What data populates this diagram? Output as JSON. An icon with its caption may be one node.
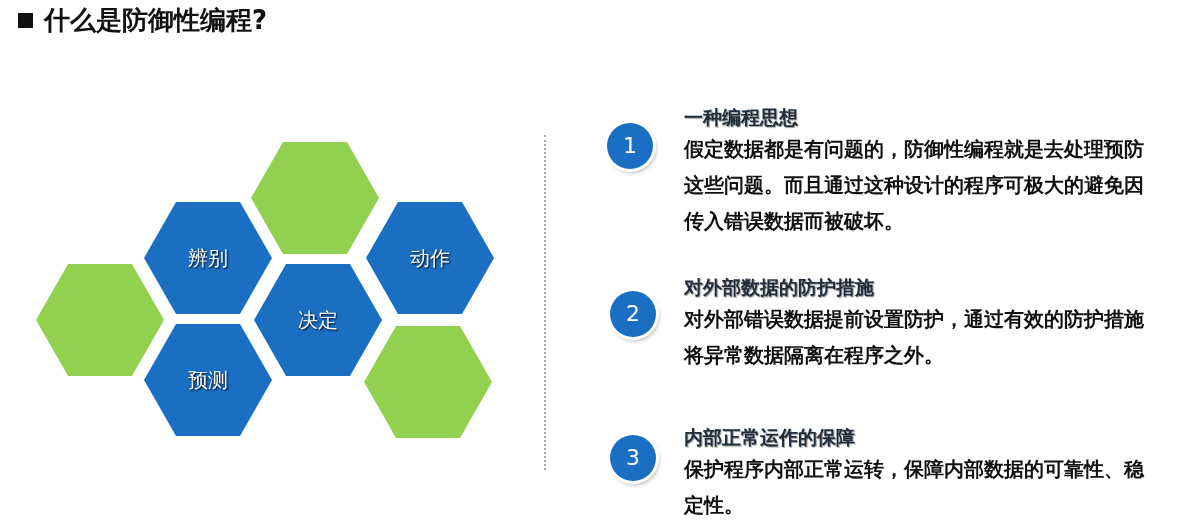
{
  "diagram": {
    "title": "什么是防御性编程?",
    "nodes": [
      {
        "text": [],
        "shape": "hexagon"
      },
      {
        "text": [
          "辨别"
        ]
      },
      {
        "text": [
          "动作"
        ]
      },
      {
        "text": [],
        "shape": "hexagon"
      },
      {
        "text": [
          "决定"
        ]
      },
      {
        "text": [
          "预测"
        ]
      },
      {
        "text": [],
        "shape": "hexagon"
      },
      {
        "text": [
          "1"
        ],
        "beside": [
          "一种编程思想",
          "假定数据都是有问题的，防御性编程就是去处理预防这些问题。而且通过这种设计的程序可极大的避免因传入错误数据而被破坏。"
        ]
      },
      {
        "text": [
          "2"
        ],
        "beside": [
          "对外部数据的防护措施",
          "对外部错误数据提前设置防护，通过有效的防护措施将异常数据隔离在程序之外。"
        ]
      },
      {
        "text": [
          "3"
        ],
        "beside": [
          "内部正常运作的保障",
          "保护程序内部正常运转，保障内部数据的可靠性、稳定性。"
        ]
      }
    ],
    "edges": []
  }
}
